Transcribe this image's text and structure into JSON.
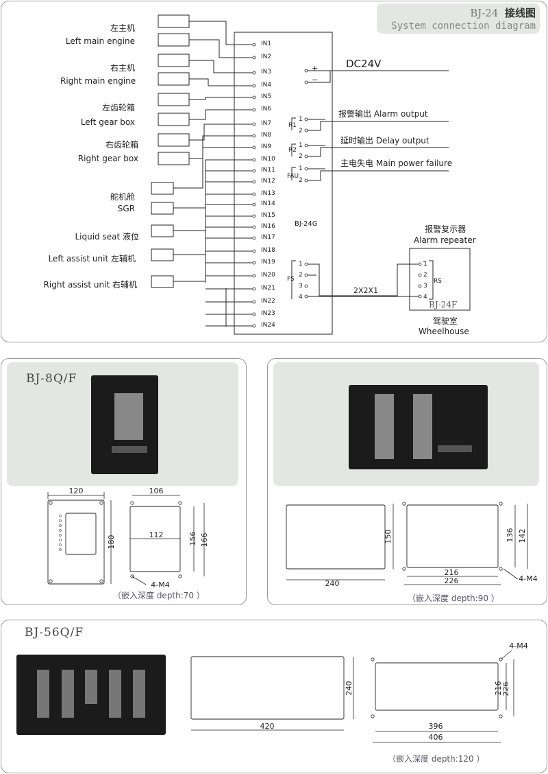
{
  "header": {
    "model": "BJ-24",
    "title_cn": "接线图",
    "title_en": "System connection diagram"
  },
  "inputs": [
    {
      "cn": "左主机",
      "en": "Left main engine"
    },
    {
      "cn": "右主机",
      "en": "Right main engine"
    },
    {
      "cn": "左齿轮箱",
      "en": "Left gear box"
    },
    {
      "cn": "右齿轮箱",
      "en": "Right gear box"
    },
    {
      "cn": "舵机舱",
      "en": "SGR"
    },
    {
      "line": "Liquid seat 液位"
    },
    {
      "line": "Left assist unit  左辅机"
    },
    {
      "line": "Right assist unit  右辅机"
    }
  ],
  "in_terminals": [
    "IN1",
    "IN2",
    "IN3",
    "IN4",
    "IN5",
    "IN6",
    "IN7",
    "IN8",
    "IN9",
    "IN10",
    "IN11",
    "IN12",
    "IN13",
    "IN14",
    "IN15",
    "IN16",
    "IN17",
    "IN18",
    "IN19",
    "IN20",
    "IN21",
    "IN22",
    "IN23",
    "IN24"
  ],
  "unit_label": "BJ-24G",
  "power": {
    "label": "DC24V",
    "plus": "+",
    "minus": "−"
  },
  "outputs": [
    {
      "relay": "R1",
      "label": "报警输出  Alarm output"
    },
    {
      "relay": "R2",
      "label": "延时输出  Delay output"
    },
    {
      "relay": "FAU",
      "label": "主电失电  Main power failure"
    }
  ],
  "fs": {
    "label": "FS",
    "pins": [
      "1",
      "2",
      "3",
      "4"
    ]
  },
  "cable": "2X2X1",
  "repeater": {
    "cn": "报警复示器",
    "en": "Alarm repeater",
    "rs": "RS",
    "model": "BJ-24F",
    "loc_cn": "驾驶室",
    "loc_en": "Wheelhouse",
    "pins": [
      "1",
      "2",
      "3",
      "4"
    ]
  },
  "bj8": {
    "title": "BJ-8Q/F",
    "dims": [
      "120",
      "180",
      "106",
      "112",
      "156",
      "166",
      "4-M4"
    ],
    "depth": "（嵌入深度  depth:70 ）"
  },
  "bj24": {
    "dims": [
      "150",
      "240",
      "216",
      "226",
      "136",
      "142",
      "4-M4"
    ],
    "depth": "（嵌入深度  depth:90 ）"
  },
  "bj56": {
    "title": "BJ-56Q/F",
    "dims": [
      "240",
      "420",
      "396",
      "406",
      "216",
      "226",
      "4-M4"
    ],
    "depth": "（嵌入深度  depth:120 ）"
  }
}
